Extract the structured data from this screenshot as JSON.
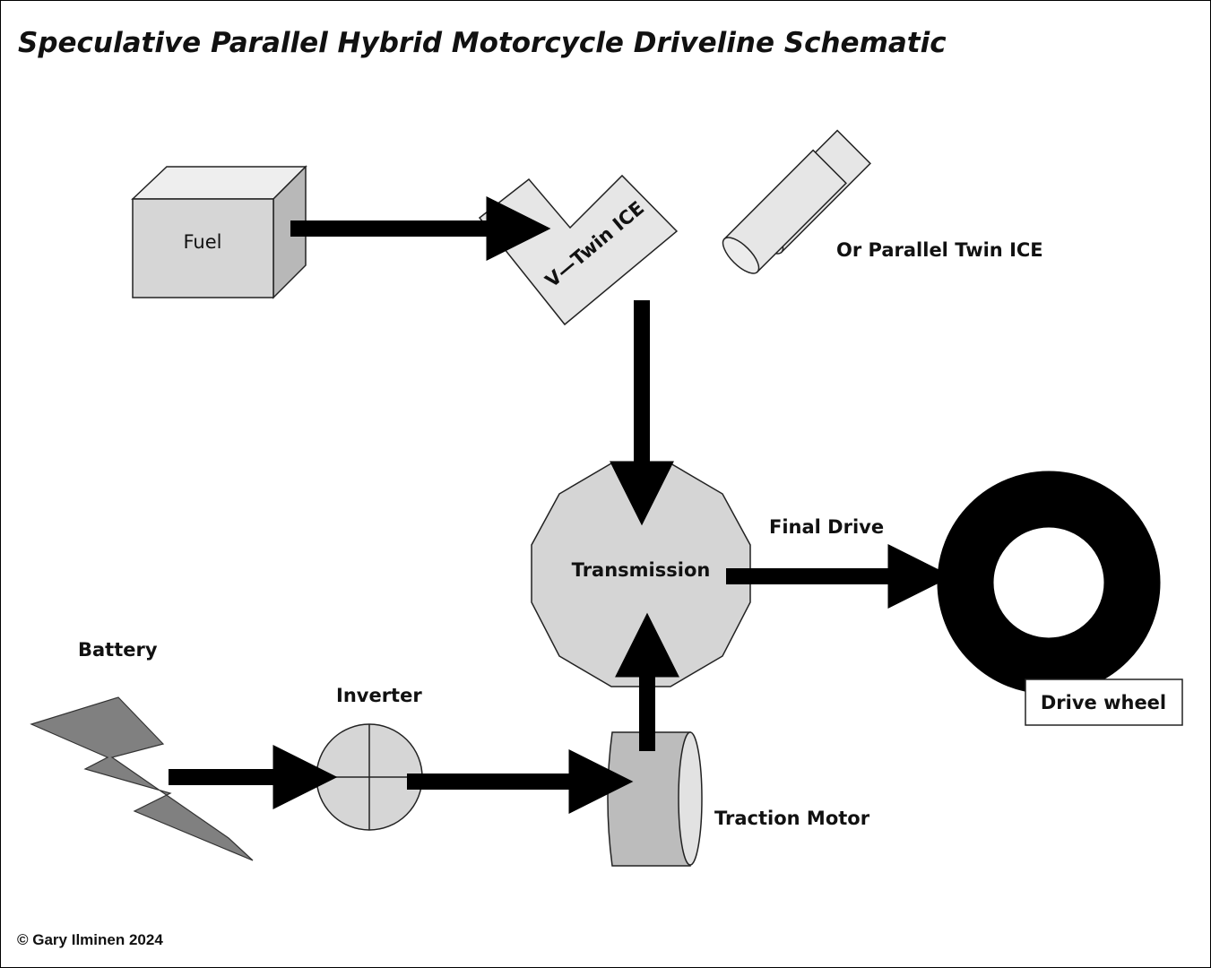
{
  "title": "Speculative Parallel Hybrid Motorcycle Driveline Schematic",
  "labels": {
    "fuel": "Fuel",
    "v_twin": "V—Twin ICE",
    "parallel_twin": "Or Parallel Twin ICE",
    "transmission": "Transmission",
    "final_drive": "Final Drive",
    "drive_wheel": "Drive wheel",
    "battery": "Battery",
    "inverter": "Inverter",
    "traction_motor": "Traction Motor"
  },
  "copyright": "© Gary Ilminen 2024",
  "colors": {
    "box_light": "#e6e6e6",
    "box_mid": "#d0d0d0",
    "box_dark": "#bcbcbc",
    "octagon": "#d5d5d5",
    "bolt": "#808080",
    "arrow": "#000000"
  }
}
